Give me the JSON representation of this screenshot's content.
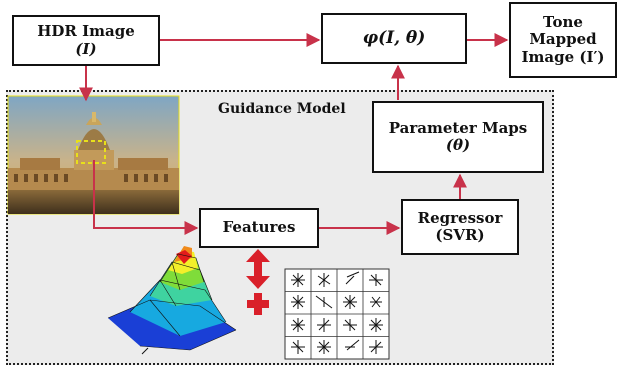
{
  "hdr_box": {
    "line1": "HDR Image",
    "line2": "(I)"
  },
  "phi_box": {
    "label": "φ(I, θ)"
  },
  "tone_box": {
    "line1": "Tone",
    "line2": "Mapped",
    "line3": "Image (I′)"
  },
  "guidance": {
    "title": "Guidance Model"
  },
  "param_box": {
    "line1": "Parameter Maps",
    "line2": "(θ)"
  },
  "features_box": {
    "label": "Features"
  },
  "regressor_box": {
    "line1": "Regressor",
    "line2": "(SVR)"
  },
  "colors": {
    "arrow": "#c8324a",
    "box_border": "#111111",
    "region_fill": "#ececec",
    "highlight": "#e8e01a"
  },
  "images": {
    "photo": "dome-building-photo",
    "surface": "3d-surface-plot",
    "grid": "gradient-grid-thumbnails"
  }
}
